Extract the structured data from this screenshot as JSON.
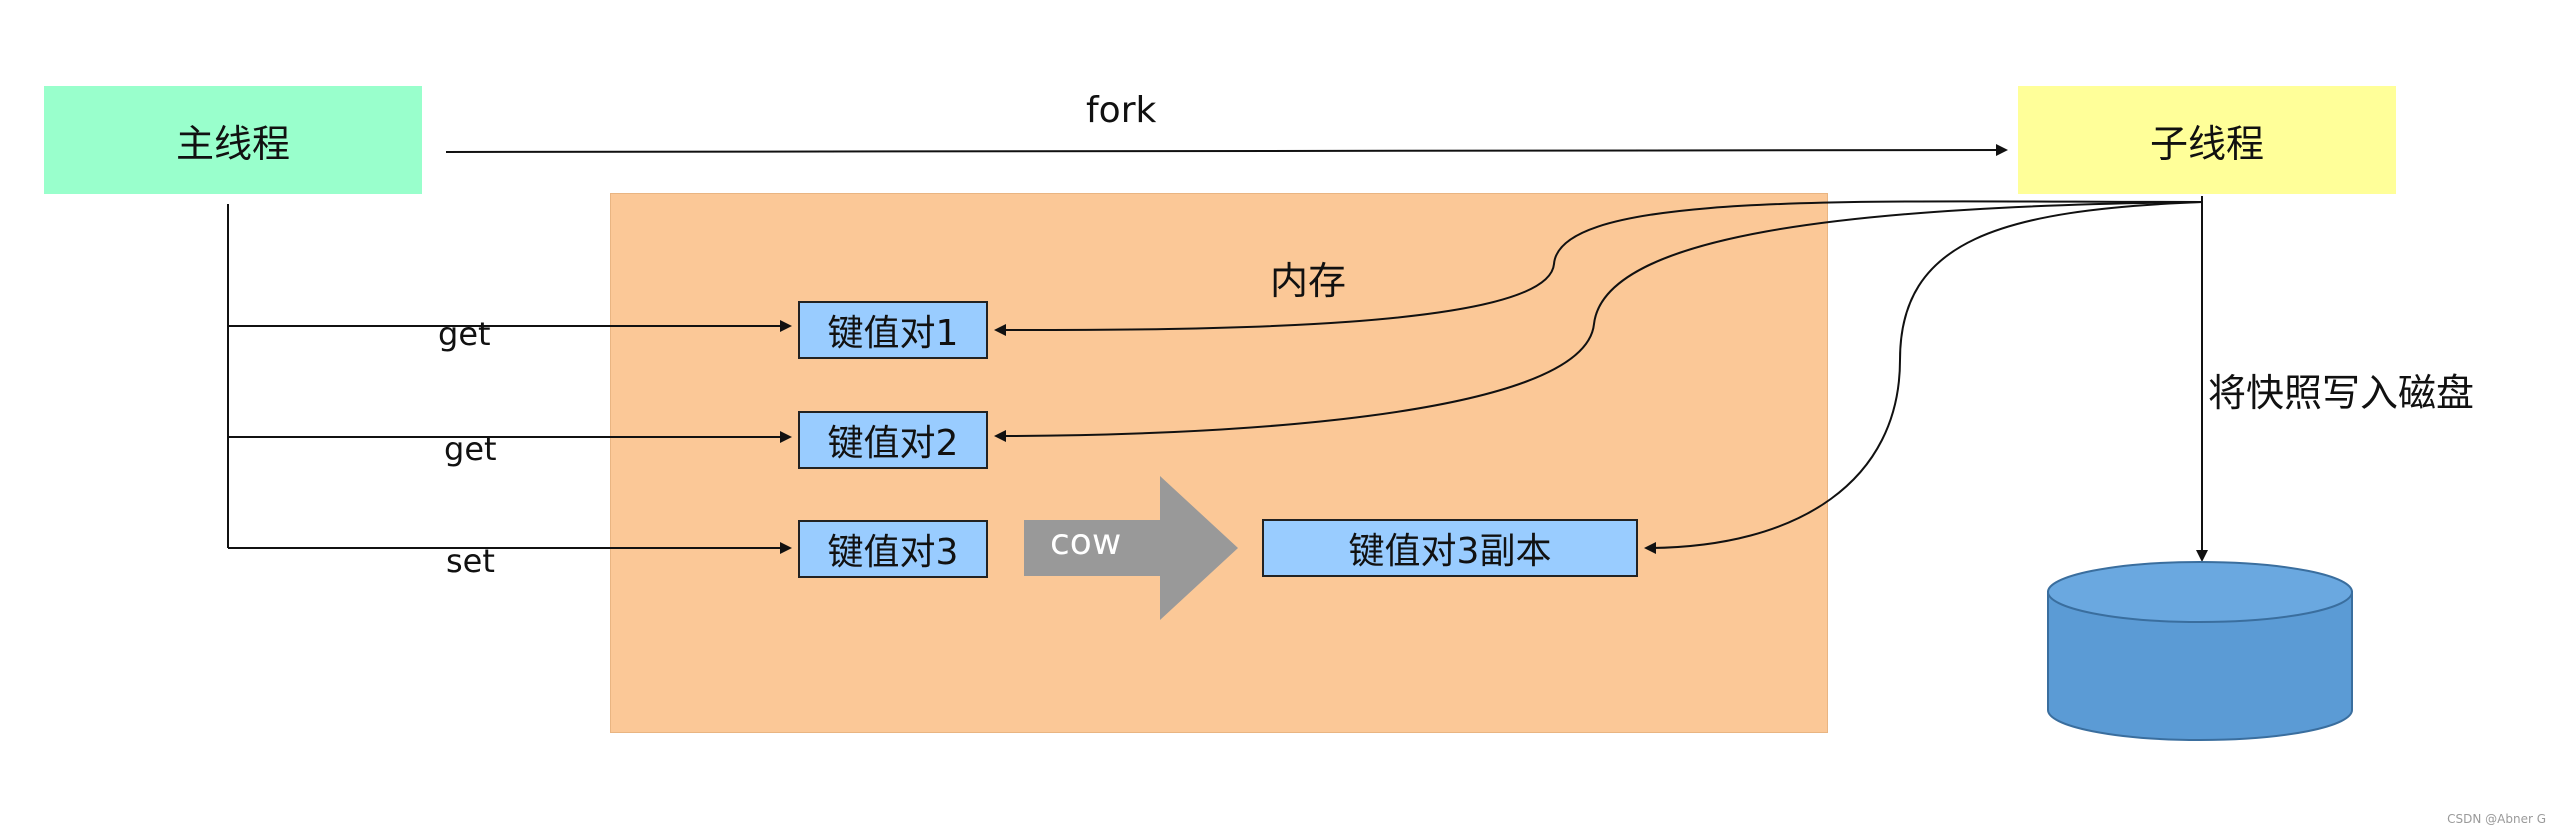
{
  "nodes": {
    "main_thread": "主线程",
    "child_thread": "子线程",
    "memory": "内存",
    "kv1": "键值对1",
    "kv2": "键值对2",
    "kv3": "键值对3",
    "kv3_copy": "键值对3副本"
  },
  "edges": {
    "fork": "fork",
    "get1": "get",
    "get2": "get",
    "set": "set",
    "cow": "cow",
    "write_snapshot": "将快照写入磁盘"
  },
  "watermark": "CSDN @Abner G",
  "colors": {
    "main_thread": "#99ffcc",
    "child_thread": "#ffff99",
    "memory": "#fbc897",
    "kv": "#99ccff",
    "cow_arrow": "#999999",
    "disk": "#5b9bd5"
  }
}
